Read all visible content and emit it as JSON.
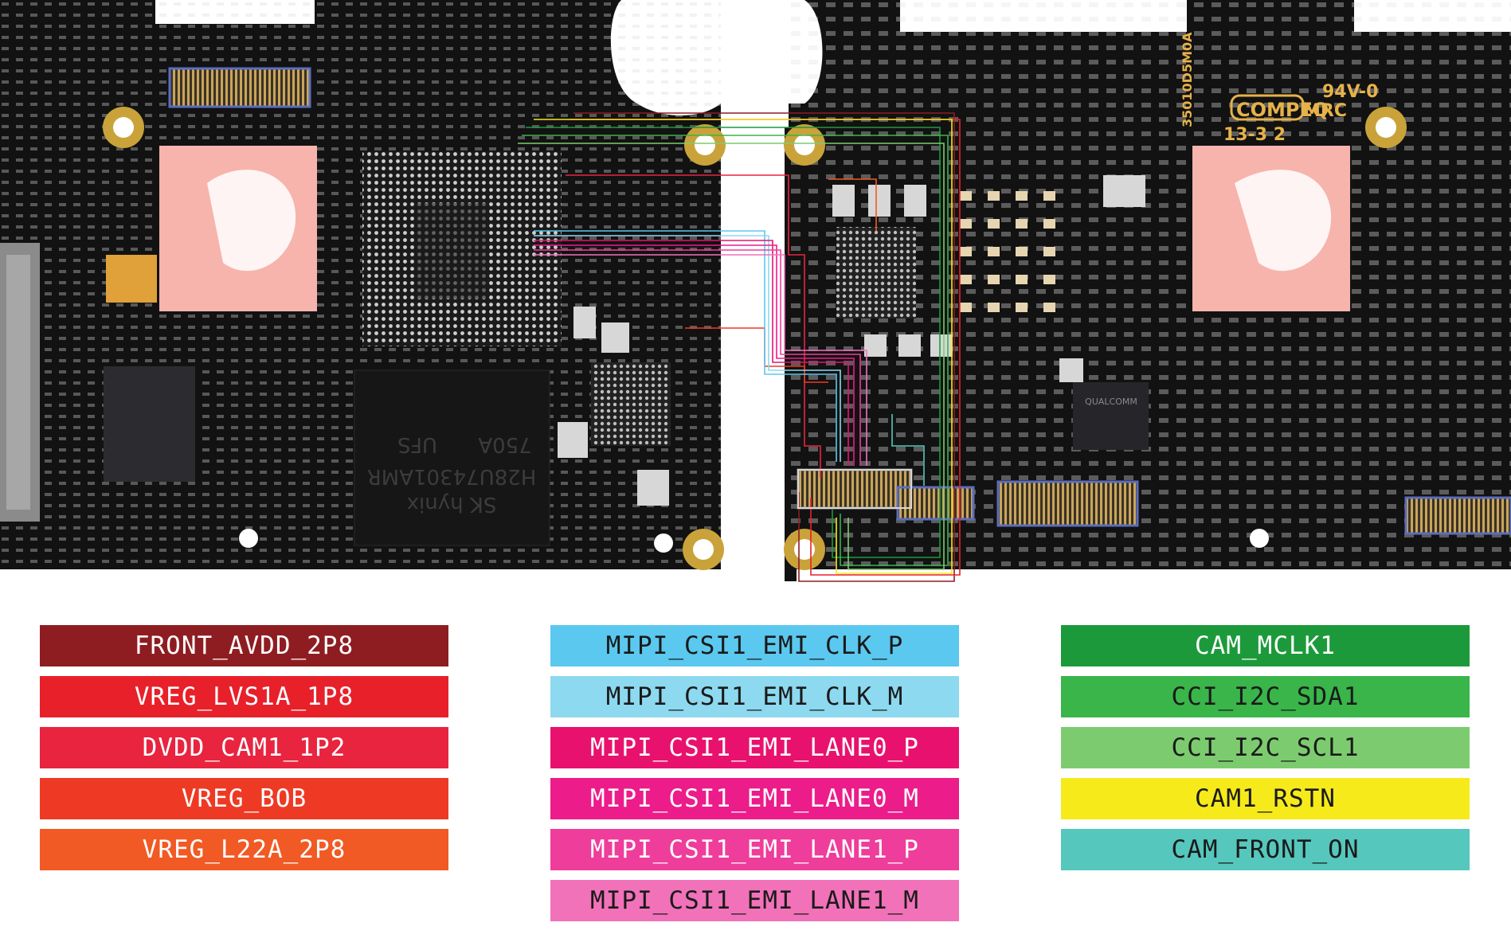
{
  "board_markings": {
    "compeq": "COMPEQ",
    "mrc": "MRC",
    "rating": "94V-0",
    "lot": "13-3 2",
    "part_code": "35010D5M0A",
    "hynix_brand": "SK hynix",
    "hynix_part": "H28U74301AMR",
    "hynix_type": "UFS",
    "hynix_grade": "750A",
    "qc_chip": "QUALCOMM"
  },
  "legend": {
    "left": [
      {
        "label": "FRONT_AVDD_2P8",
        "color": "#8e1d22",
        "text_color": "light"
      },
      {
        "label": "VREG_LVS1A_1P8",
        "color": "#e8202a",
        "text_color": "light"
      },
      {
        "label": "DVDD_CAM1_1P2",
        "color": "#e8243f",
        "text_color": "light"
      },
      {
        "label": "VREG_BOB",
        "color": "#ee3a24",
        "text_color": "light"
      },
      {
        "label": "VREG_L22A_2P8",
        "color": "#f15a24",
        "text_color": "light"
      }
    ],
    "middle": [
      {
        "label": "MIPI_CSI1_EMI_CLK_P",
        "color": "#5bc8ef",
        "text_color": "dark"
      },
      {
        "label": "MIPI_CSI1_EMI_CLK_M",
        "color": "#8dd9ef",
        "text_color": "dark"
      },
      {
        "label": "MIPI_CSI1_EMI_LANE0_P",
        "color": "#e8126e",
        "text_color": "light"
      },
      {
        "label": "MIPI_CSI1_EMI_LANE0_M",
        "color": "#ec1c8a",
        "text_color": "light"
      },
      {
        "label": "MIPI_CSI1_EMI_LANE1_P",
        "color": "#ee3d9b",
        "text_color": "light"
      },
      {
        "label": "MIPI_CSI1_EMI_LANE1_M",
        "color": "#f172b9",
        "text_color": "dark"
      }
    ],
    "right": [
      {
        "label": "CAM_MCLK1",
        "color": "#1c9a3b",
        "text_color": "light"
      },
      {
        "label": "CCI_I2C_SDA1",
        "color": "#39b54a",
        "text_color": "dark"
      },
      {
        "label": "CCI_I2C_SCL1",
        "color": "#7ccc6f",
        "text_color": "dark"
      },
      {
        "label": "CAM1_RSTN",
        "color": "#f6ea1b",
        "text_color": "dark"
      },
      {
        "label": "CAM_FRONT_ON",
        "color": "#55c7bd",
        "text_color": "dark"
      }
    ]
  }
}
